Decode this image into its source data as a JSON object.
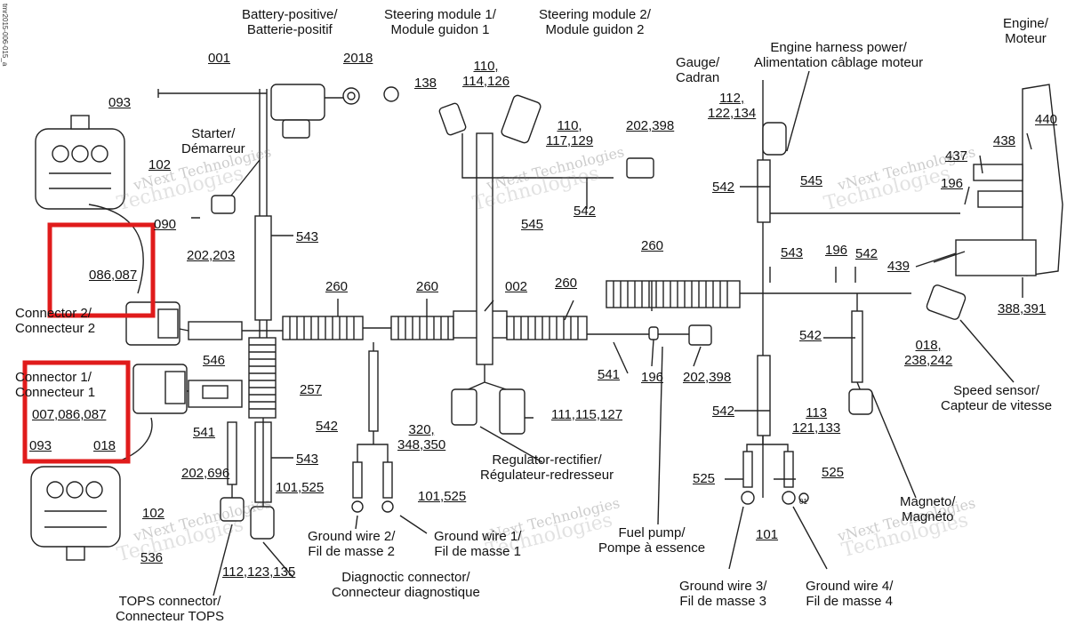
{
  "figure_id": "tmr2015-006-015_a",
  "watermark": [
    "vNext Technologies",
    "vNext",
    "Technologies"
  ],
  "highlight_color": "#e01b1b",
  "labels": {
    "battery": "Battery-positive/\nBatterie-positif",
    "steering1": "Steering module 1/\nModule guidon 1",
    "steering2": "Steering module 2/\nModule guidon 2",
    "engine": "Engine/\nMoteur",
    "engine_power": "Engine harness power/\nAlimentation câblage moteur",
    "gauge": "Gauge/\nCadran",
    "starter": "Starter/\nDémarreur",
    "connector2": "Connector 2/\nConnecteur 2",
    "connector1": "Connector 1/\nConnecteur 1",
    "regulator": "Regulator-rectifier/\nRégulateur-redresseur",
    "ground2": "Ground wire 2/\nFil de masse 2",
    "ground1": "Ground wire 1/\nFil de masse 1",
    "fuel_pump": "Fuel pump/\nPompe à essence",
    "speed_sensor": "Speed sensor/\nCapteur de vitesse",
    "magneto": "Magneto/\nMagnéto",
    "diag": "Diagnoctic connector/\nConnecteur diagnostique",
    "tops": "TOPS connector/\nConnecteur TOPS",
    "ground3": "Ground wire 3/\nFil de masse 3",
    "ground4": "Ground wire 4/\nFil de masse 4"
  },
  "numbers": {
    "n001": "001",
    "n2018": "2018",
    "n138": "138",
    "n110a": "110,\n114,126",
    "n110b": "110,\n117,129",
    "n093a": "093",
    "n102a": "102",
    "n090": "090",
    "n202_398a": "202,398",
    "n112": "112,\n122,134",
    "n438": "438",
    "n440": "440",
    "n437": "437",
    "n196a": "196",
    "n542a": "542",
    "n545a": "545",
    "n545b": "545",
    "n543a": "543",
    "n202_203": "202,203",
    "n086_087": "086,087",
    "n260a": "260",
    "n260b": "260",
    "n002": "002",
    "n260c": "260",
    "n260d": "260",
    "n543b": "543",
    "n196b": "196",
    "n542b": "542",
    "n439": "439",
    "n388": "388,391",
    "n546": "546",
    "n257": "257",
    "n007": "007,086,087",
    "n093b": "093",
    "n018a": "018",
    "n541a": "541",
    "n543c": "543",
    "n542c": "542",
    "n541b": "541",
    "n196c": "196",
    "n202_398b": "202,398",
    "n320": "320,\n348,350",
    "n111": "111,115,127",
    "n542d": "542",
    "n018b": "018,\n238,242",
    "n113": "113\n121,133",
    "n542e": "542",
    "n202_696": "202,696",
    "n101_525a": "101,525",
    "n101_525b": "101,525",
    "n102b": "102",
    "n536": "536",
    "n112_123": "112,123,135",
    "n525a": "525",
    "n525b": "525",
    "n101": "101",
    "n542f": "542",
    "n01": "01"
  }
}
